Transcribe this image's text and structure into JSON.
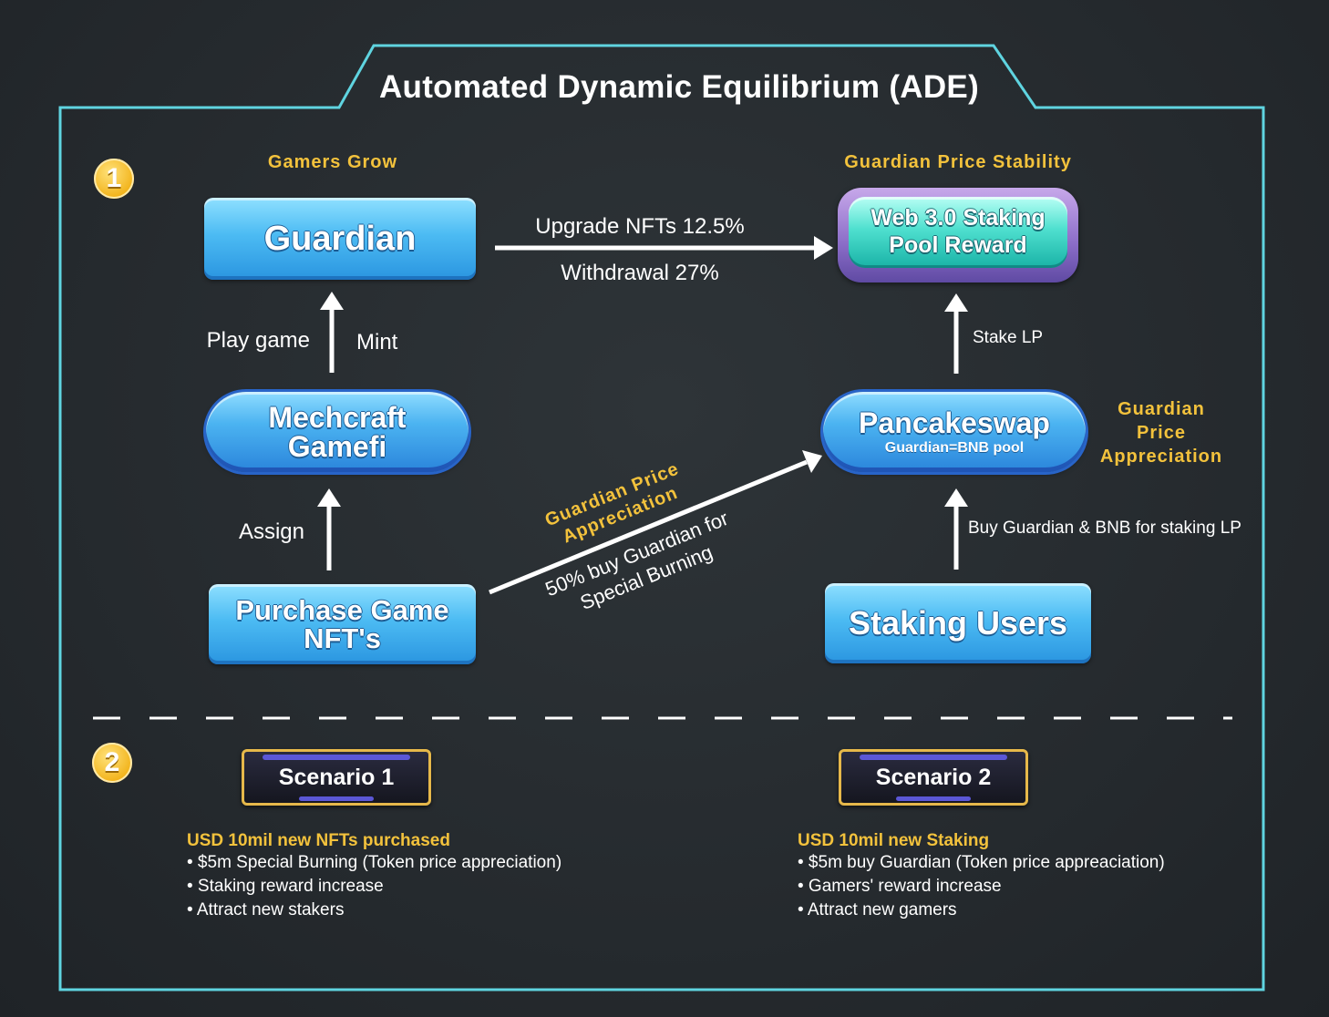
{
  "title": "Automated Dynamic Equilibrium (ADE)",
  "steps": [
    "1",
    "2"
  ],
  "labels": {
    "gamers_grow": "Gamers Grow",
    "price_stability": "Guardian Price Stability",
    "price_appreciation_right": [
      "Guardian",
      "Price",
      "Appreciation"
    ],
    "price_appreciation_diag": [
      "Guardian Price",
      "Appreciation"
    ]
  },
  "nodes": {
    "guardian": "Guardian",
    "staking_pool": [
      "Web 3.0 Staking",
      "Pool Reward"
    ],
    "mechcraft": [
      "Mechcraft",
      "Gamefi"
    ],
    "pancakeswap": "Pancakeswap",
    "pancakeswap_sub": "Guardian=BNB pool",
    "purchase": [
      "Purchase Game",
      "NFT's"
    ],
    "staking_users": "Staking Users"
  },
  "edges": {
    "upgrade": "Upgrade NFTs 12.5%",
    "withdrawal": "Withdrawal 27%",
    "play_game": "Play game",
    "mint": "Mint",
    "stake_lp": "Stake LP",
    "assign": "Assign",
    "buy_burn": [
      "50% buy Guardian for",
      "Special Burning"
    ],
    "buy_staking": "Buy Guardian & BNB for staking LP"
  },
  "scenarios": [
    {
      "button": "Scenario 1",
      "heading": "USD 10mil new NFTs purchased",
      "bullets": [
        "• $5m Special Burning (Token price appreciation)",
        "• Staking reward increase",
        "• Attract new stakers"
      ]
    },
    {
      "button": "Scenario 2",
      "heading": "USD 10mil new Staking",
      "bullets": [
        "• $5m buy Guardian (Token price appreaciation)",
        "• Gamers' reward increase",
        "• Attract new gamers"
      ]
    }
  ],
  "colors": {
    "frame": "#5fd4e0",
    "gold": "#f3c23c",
    "node_blue": "#4cbbf3",
    "pool_teal": "#4fe0cf",
    "pool_purple": "#8a6cc7"
  }
}
